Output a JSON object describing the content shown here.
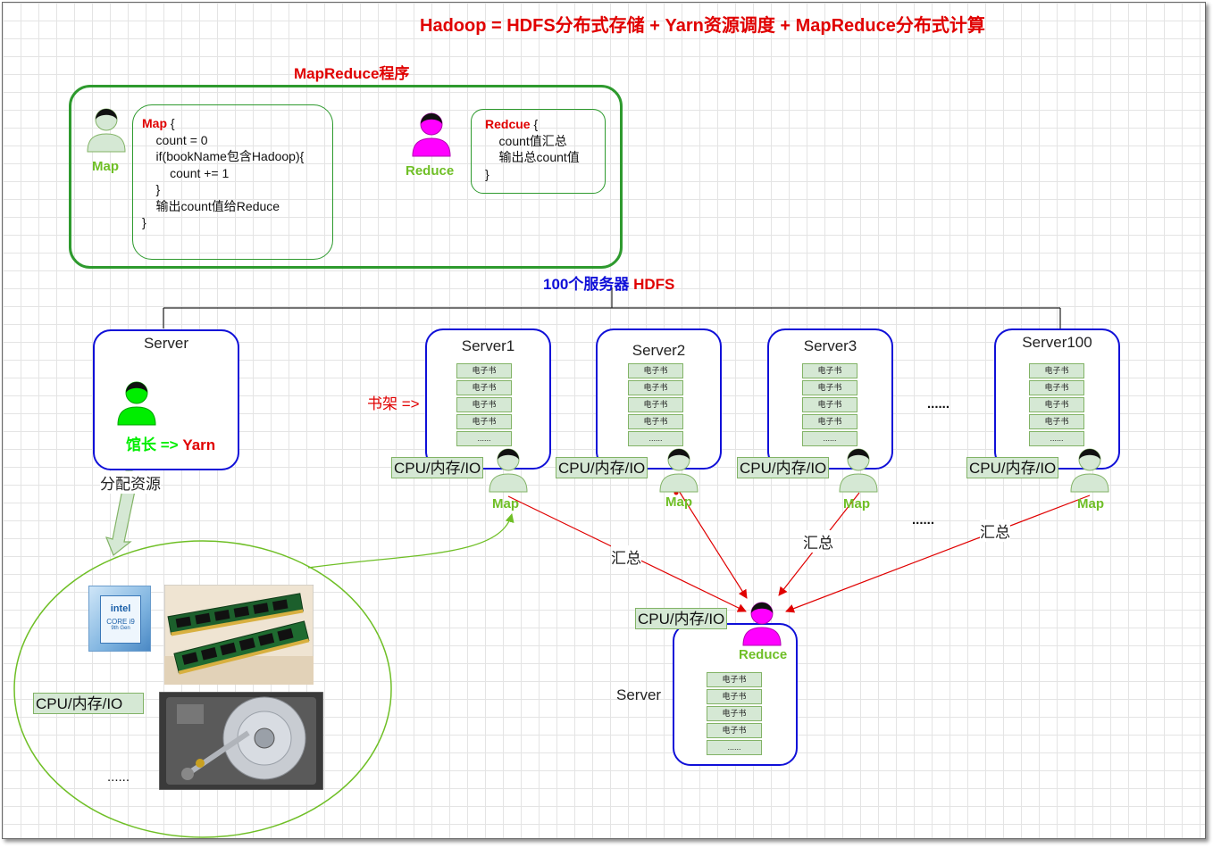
{
  "title": "Hadoop = HDFS分布式存储 + Yarn资源调度 + MapReduce分布式计算",
  "program": {
    "label": "MapReduce程序",
    "map_role": "Map",
    "map_code_kw": "Map",
    "map_code_rest": " {\n    count = 0\n    if(bookName包含Hadoop){\n        count += 1\n    }\n    输出count值给Reduce\n}",
    "reduce_role": "Reduce",
    "reduce_code_kw": "Redcue",
    "reduce_code_rest": " {\n    count值汇总\n    输出总count值\n}"
  },
  "hdfs": {
    "label_a": "100个服务器 ",
    "label_b": "HDFS"
  },
  "manager": {
    "server_title": "Server",
    "label_a": "馆长 => ",
    "label_b": "Yarn",
    "allocate": "分配资源"
  },
  "shelf_label": "书架 =>",
  "servers": [
    {
      "title": "Server1",
      "resource": "CPU/内存/IO",
      "role": "Map"
    },
    {
      "title": "Server2",
      "resource": "CPU/内存/IO",
      "role": "Map"
    },
    {
      "title": "Server3",
      "resource": "CPU/内存/IO",
      "role": "Map"
    },
    {
      "title": "Server100",
      "resource": "CPU/内存/IO",
      "role": "Map"
    }
  ],
  "book": "电子书",
  "ellipsis": "......",
  "summary": "汇总",
  "reduce_server": {
    "resource": "CPU/内存/IO",
    "role": "Reduce",
    "title": "Server"
  },
  "resources": {
    "cpu_chip_brand": "intel",
    "cpu_chip_model": "CORE i9",
    "cpu_chip_gen": "9th Gen",
    "label": "CPU/内存/IO"
  },
  "colors": {
    "green_border": "#2e9a2e",
    "blue_border": "#1010d8",
    "red_title": "#e00000",
    "map_green": "#6fbf26",
    "reduce_magenta": "#ff00ff",
    "yarn_green": "#00ee00"
  }
}
